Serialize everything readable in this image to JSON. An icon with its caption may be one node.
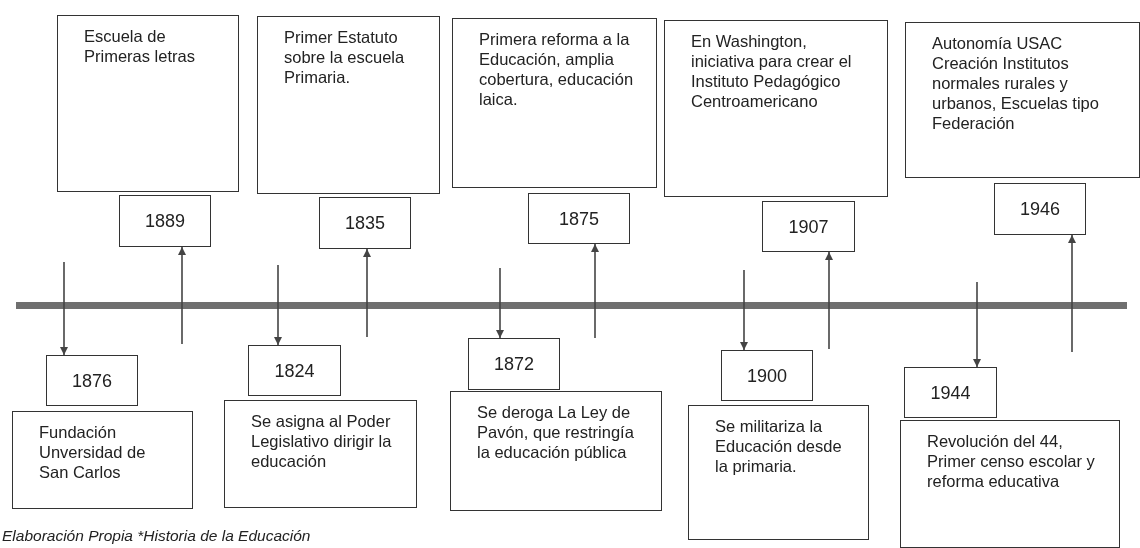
{
  "diagram": {
    "caption": "Elaboración Propia *Historia de la Educación",
    "nodes": [
      {
        "text": [
          "Escuela de Primeras letras"
        ]
      },
      {
        "text": [
          "1889"
        ]
      },
      {
        "text": [
          "Primer Estatuto sobre la escuela Primaria."
        ]
      },
      {
        "text": [
          "1835"
        ]
      },
      {
        "text": [
          "Primera reforma a la Educación, amplia cobertura, educación laica."
        ]
      },
      {
        "text": [
          "1875"
        ]
      },
      {
        "text": [
          "En Washington, iniciativa para crear el Instituto Pedagógico Centroamericano"
        ]
      },
      {
        "text": [
          "1907"
        ]
      },
      {
        "text": [
          "Autonomía USAC Creación Institutos normales rurales y urbanos, Escuelas tipo Federación"
        ]
      },
      {
        "text": [
          "1946"
        ]
      },
      {
        "text": [
          "1876"
        ]
      },
      {
        "text": [
          "Fundación Unversidad de San Carlos"
        ]
      },
      {
        "text": [
          "1824"
        ]
      },
      {
        "text": [
          "Se asigna al Poder Legislativo dirigir la educación"
        ]
      },
      {
        "text": [
          "1872"
        ]
      },
      {
        "text": [
          "Se deroga La Ley de Pavón, que restringía la educación pública"
        ]
      },
      {
        "text": [
          "1900"
        ]
      },
      {
        "text": [
          "Se militariza la Educación desde la primaria."
        ]
      },
      {
        "text": [
          "1944"
        ]
      },
      {
        "text": [
          "Revolución del 44, Primer censo escolar y reforma educativa"
        ]
      }
    ],
    "edges": [
      {
        "from": null,
        "to": 10,
        "arrow": "to"
      },
      {
        "from": null,
        "to": 1,
        "arrow": "to"
      },
      {
        "from": null,
        "to": 12,
        "arrow": "to"
      },
      {
        "from": null,
        "to": 3,
        "arrow": "to"
      },
      {
        "from": null,
        "to": 14,
        "arrow": "to"
      },
      {
        "from": null,
        "to": 5,
        "arrow": "to"
      },
      {
        "from": null,
        "to": 16,
        "arrow": "to"
      },
      {
        "from": null,
        "to": 7,
        "arrow": "to"
      },
      {
        "from": null,
        "to": 18,
        "arrow": "to"
      },
      {
        "from": null,
        "to": 9,
        "arrow": "to"
      }
    ]
  }
}
